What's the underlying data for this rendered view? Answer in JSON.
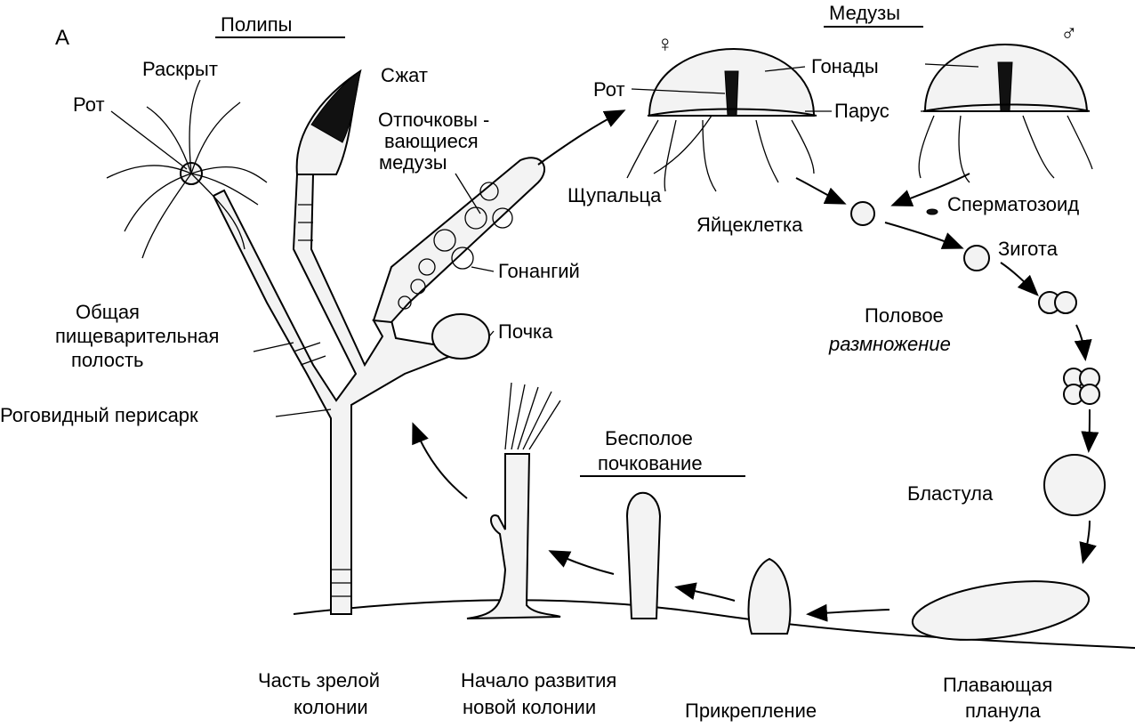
{
  "panel_letter": "А",
  "sections": {
    "polyps": "Полипы",
    "medusae": "Медузы",
    "asexual": [
      "Бесполое",
      "почкование"
    ],
    "sexual": [
      "Половое",
      "размножение"
    ]
  },
  "polyp_labels": {
    "open": "Раскрыт",
    "mouth": "Рот",
    "contracted": "Сжат",
    "budding_medusae": [
      "Отпочковы -",
      "вающиеся",
      "медузы"
    ],
    "gonangium": "Гонангий",
    "bud": "Почка",
    "gastric_cavity": [
      "Общая",
      "пищеварительная",
      "полость"
    ],
    "perisarc": "Роговидный перисарк"
  },
  "medusa_labels": {
    "female_symbol": "♀",
    "male_symbol": "♂",
    "mouth": "Рот",
    "gonads": "Гонады",
    "velum": "Парус",
    "tentacles": "Щупальца",
    "egg": "Яйцеклетка",
    "sperm": "Сперматозоид",
    "zygote": "Зигота"
  },
  "development_labels": {
    "blastula": "Бластула",
    "planula": [
      "Плавающая",
      "планула"
    ],
    "attachment": "Прикрепление",
    "new_colony": [
      "Начало развития",
      "новой колонии"
    ],
    "mature_colony": [
      "Часть зрелой",
      "колонии"
    ]
  }
}
